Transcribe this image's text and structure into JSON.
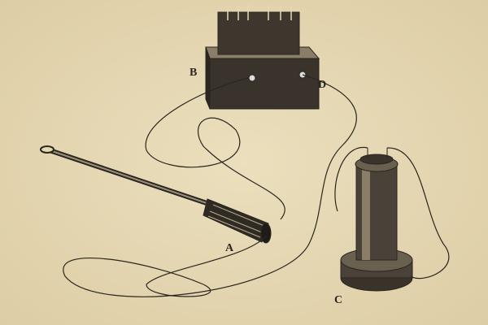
{
  "figure": {
    "labels": {
      "a": "A",
      "b": "B",
      "c": "C",
      "d": "D"
    },
    "colors": {
      "paper": "#e6d8b4",
      "ink": "#2a2620"
    }
  }
}
